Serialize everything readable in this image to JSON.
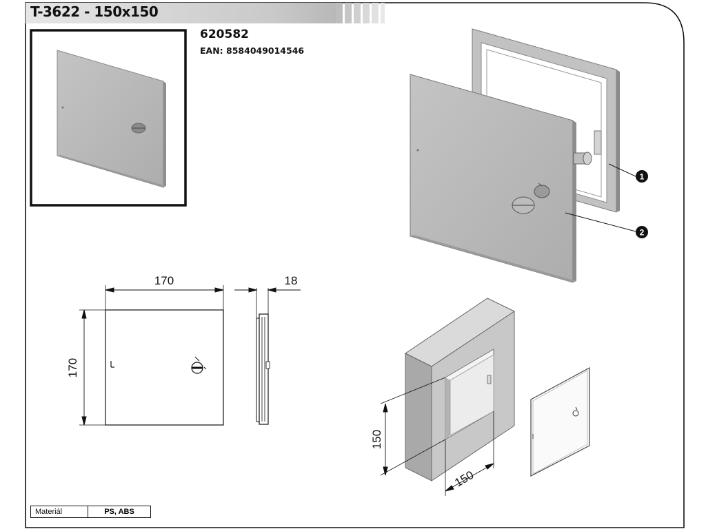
{
  "header": {
    "title": "T-3622 - 150x150",
    "product_code": "620582",
    "ean": "EAN: 8584049014546"
  },
  "callouts": [
    "1",
    "2"
  ],
  "dimensions": {
    "front_width": "170",
    "front_height": "170",
    "side_depth": "18",
    "opening_height": "150",
    "opening_width": "150"
  },
  "material": {
    "label": "Materiál",
    "value": "PS, ABS"
  },
  "colors": {
    "panel": "#b9b9b9",
    "panel_edge": "#8f8f8f",
    "line": "#111111",
    "title_band": "#c8c8c8"
  }
}
